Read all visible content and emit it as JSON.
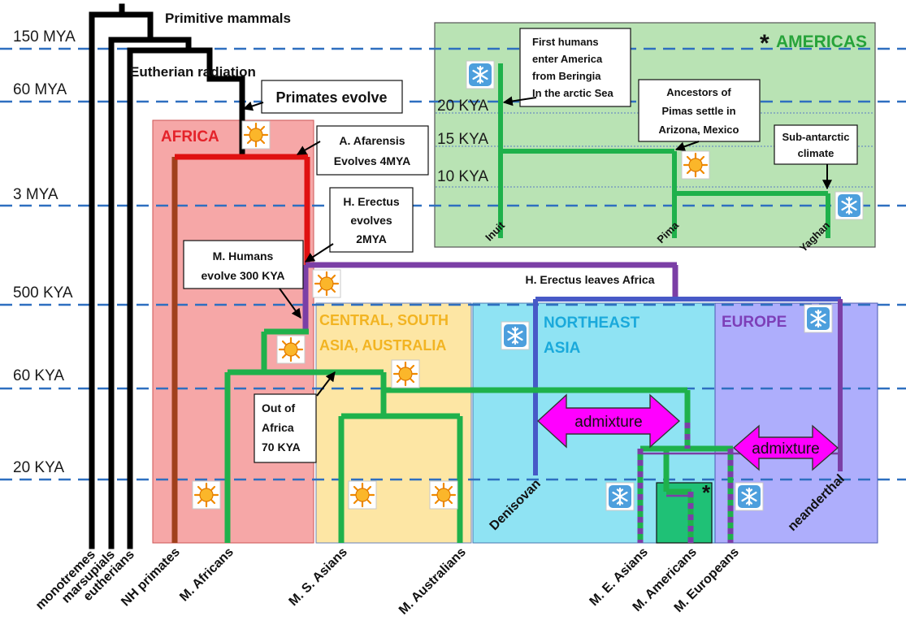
{
  "time_labels": [
    "150 MYA",
    "60 MYA",
    "3 MYA",
    "500 KYA",
    "60 KYA",
    "20 KYA"
  ],
  "americas_time_labels": [
    "20 KYA",
    "15 KYA",
    "10 KYA"
  ],
  "header": {
    "primitive": "Primitive mammals",
    "eutherian": "Eutherian radiation"
  },
  "regions": {
    "africa": "AFRICA",
    "central_line1": "CENTRAL, SOUTH",
    "central_line2": "ASIA, AUSTRALIA",
    "northeast_line1": "NORTHEAST",
    "northeast_line2": "ASIA",
    "europe": "EUROPE",
    "americas": "AMERICAS",
    "americas_star": "*"
  },
  "events": {
    "primates": "Primates evolve",
    "afarensis_line1": "A. Afarensis",
    "afarensis_line2": "Evolves 4MYA",
    "erectus_line1": "H. Erectus",
    "erectus_line2": "evolves",
    "erectus_line3": "2MYA",
    "humans_line1": "M. Humans",
    "humans_line2": "evolve 300 KYA",
    "erectus_leaves": "H. Erectus leaves Africa",
    "ooa_line1": "Out of",
    "ooa_line2": "Africa",
    "ooa_line3": "70 KYA",
    "admixture1": "admixture",
    "admixture2": "admixture",
    "star_mark": "*"
  },
  "americas_notes": {
    "beringia_line1": "First humans",
    "beringia_line2": "enter America",
    "beringia_line3": "from Beringia",
    "beringia_line4": "In the arctic Sea",
    "pima_line1": "Ancestors of",
    "pima_line2": "Pimas settle in",
    "pima_line3": "Arizona, Mexico",
    "subantarctic_line1": "Sub-antarctic",
    "subantarctic_line2": "climate"
  },
  "americas_tips": [
    "Inuit",
    "Pima",
    "Yaghan"
  ],
  "tips": [
    "monotremes",
    "marsupials",
    "eutherians",
    "NH primates",
    "M. Africans",
    "M. S. Asians",
    "M. Australians",
    "Denisovan",
    "neanderthal",
    "M. E. Asians",
    "M. Americans",
    "M. Europeans"
  ],
  "icons": [
    "sun-icon",
    "snowflake-icon"
  ],
  "colors": {
    "africa_bg": "#f6a7a7",
    "central_bg": "#fde6a4",
    "northeast_bg": "#8fe3f3",
    "europe_bg": "#aeaefc",
    "americas_bg": "#b9e3b4",
    "green_lineage": "#1fb14b",
    "purple_lineage": "#7b3fa6",
    "red_lineage": "#e01010",
    "brown_lineage": "#a0401c",
    "blue_lineage": "#4759c7",
    "admixture": "#ff00ff",
    "dash_line": "#2e6fc0"
  }
}
